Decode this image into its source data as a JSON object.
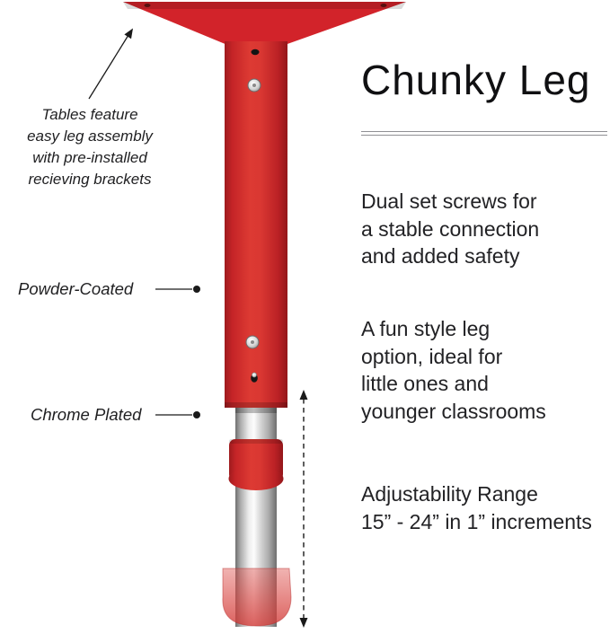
{
  "title": "Chunky Leg",
  "colors": {
    "red": "#d2232a",
    "red_dark": "#9a181b",
    "chrome": "#d8d8d8",
    "ink": "#1d1d1f",
    "divider": "#8f8f94"
  },
  "callouts": {
    "assembly_note": "Tables feature\neasy leg assembly\nwith pre-installed\nrecieving brackets",
    "powder_coated": "Powder-Coated",
    "chrome_plated": "Chrome Plated"
  },
  "features": {
    "dual_screws": "Dual set screws for\na stable connection\nand added safety",
    "fun_style": "A fun style leg\noption, ideal for\nlittle ones and\nyounger classrooms",
    "adjustability": "Adjustability Range\n15” - 24” in 1” increments"
  }
}
